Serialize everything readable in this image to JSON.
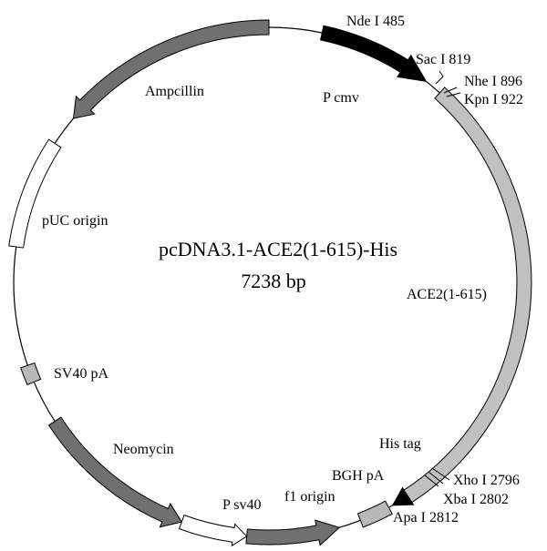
{
  "title": "pcDNA3.1-ACE2(1-615)-His",
  "size": "7238 bp",
  "colors": {
    "promoter": "#000000",
    "insert": "#c0c0c0",
    "resistance": "#707070",
    "minor": "#b8b8b8",
    "open": "#ffffff"
  },
  "features": {
    "pcmv": "P cmv",
    "ace2": "ACE2(1-615)",
    "his": "His tag",
    "bgh": "BGH pA",
    "f1": "f1 origin",
    "psv40": "P sv40",
    "neo": "Neomycin",
    "sv40pa": "SV40 pA",
    "puc": "pUC origin",
    "amp": "Ampcillin"
  },
  "sites": {
    "nde": "Nde I 485",
    "sac": "Sac I 819",
    "nhe": "Nhe I 896",
    "kpn": "Kpn I 922",
    "xho": "Xho I 2796",
    "xba": "Xba I 2802",
    "apa": "Apa I 2812"
  }
}
